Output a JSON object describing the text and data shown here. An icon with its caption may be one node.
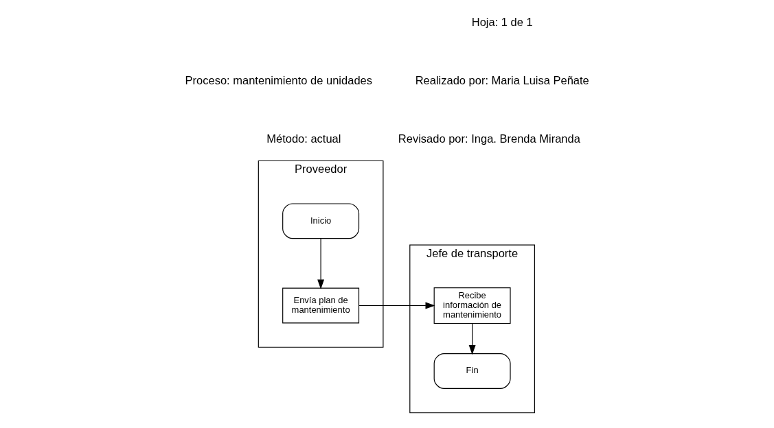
{
  "diagram": {
    "nodes": [
      {
        "text": [
          "Proveedor"
        ]
      },
      {
        "text": [
          "Jefe de transporte"
        ]
      },
      {
        "text": [
          "Inicio"
        ],
        "in": 0
      },
      {
        "text": [
          "Envía plan de mantenimiento"
        ],
        "in": 0
      },
      {
        "text": [
          "Recibe información de mantenimiento"
        ],
        "in": 1
      },
      {
        "text": [
          "Fin"
        ],
        "in": 1
      }
    ],
    "edges": [
      {
        "from": 2,
        "to": 3,
        "arrow": "to"
      },
      {
        "from": 3,
        "to": 4,
        "arrow": "to"
      },
      {
        "from": 4,
        "to": 5,
        "arrow": "to"
      }
    ],
    "labels": [
      "Proceso: mantenimiento de unidades",
      "Método: actual",
      "Hoja: 1 de 1",
      "Realizado por: Maria Luisa Peñate",
      "Revisado por: Inga. Brenda Miranda"
    ]
  }
}
